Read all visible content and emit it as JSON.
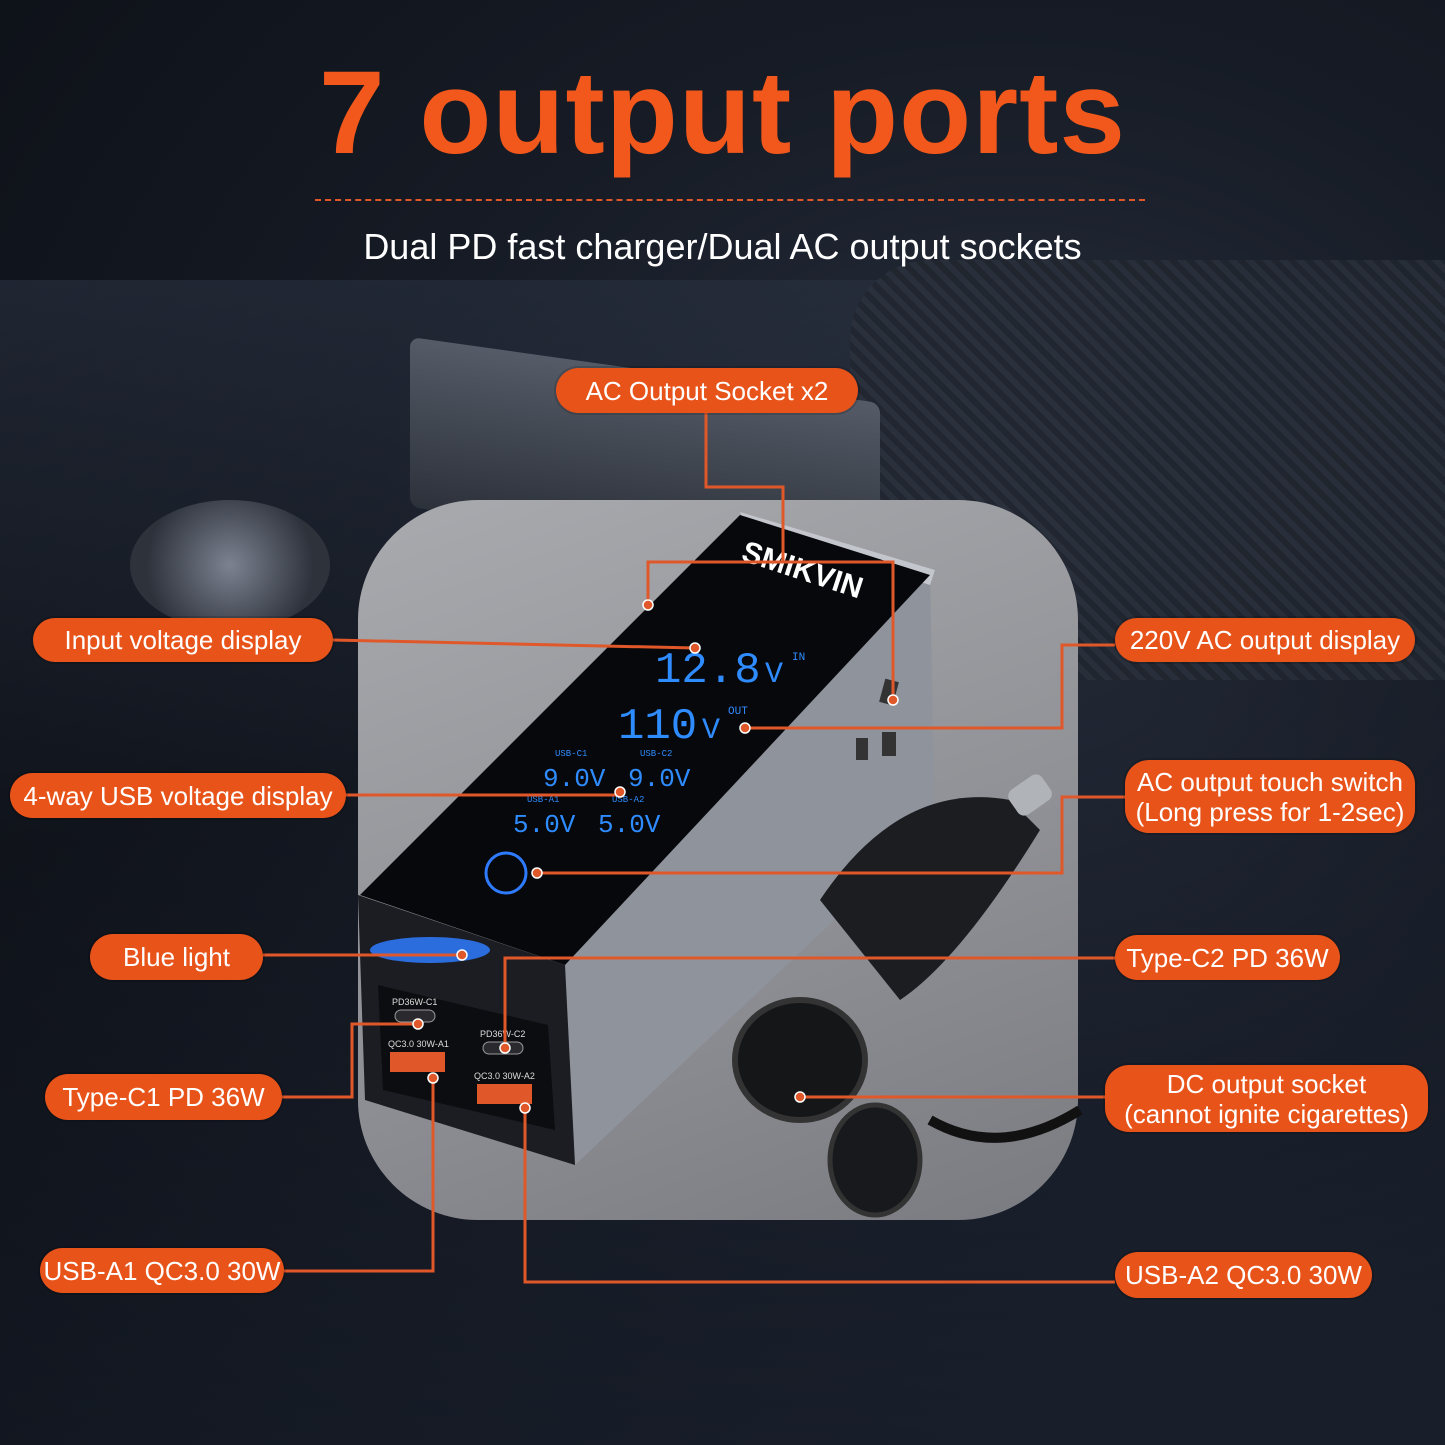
{
  "title": "7 output ports",
  "subtitle": "Dual PD fast charger/Dual AC output sockets",
  "device": {
    "brand": "SMIKVIN",
    "input_voltage": "12.8",
    "input_unit": "V",
    "input_tag": "IN",
    "output_voltage": "110",
    "output_unit": "V",
    "output_tag": "OUT",
    "usb_c1_label": "USB-C1",
    "usb_c1_value": "9.0V",
    "usb_c2_label": "USB-C2",
    "usb_c2_value": "9.0V",
    "usb_a1_label": "USB-A1",
    "usb_a1_value": "5.0V",
    "usb_a2_label": "USB-A2",
    "usb_a2_value": "5.0V",
    "port_c1": "PD36W-C1",
    "port_c2": "PD36W-C2",
    "port_a1": "QC3.0 30W-A1",
    "port_a2": "QC3.0 30W-A2"
  },
  "callouts": {
    "ac_socket": "AC Output Socket x2",
    "input_display": "Input voltage display",
    "usb_display": "4-way USB voltage display",
    "blue_light": "Blue light",
    "type_c1": "Type-C1 PD 36W",
    "usb_a1": "USB-A1 QC3.0 30W",
    "ac_display": "220V AC output display",
    "touch_switch_1": "AC output touch switch",
    "touch_switch_2": "(Long press for 1-2sec)",
    "type_c2": "Type-C2 PD 36W",
    "dc_socket_1": "DC output socket",
    "dc_socket_2": "(cannot ignite cigarettes)",
    "usb_a2": "USB-A2 QC3.0 30W"
  },
  "colors": {
    "accent": "#e8531a",
    "display_blue": "#2f8cff"
  }
}
